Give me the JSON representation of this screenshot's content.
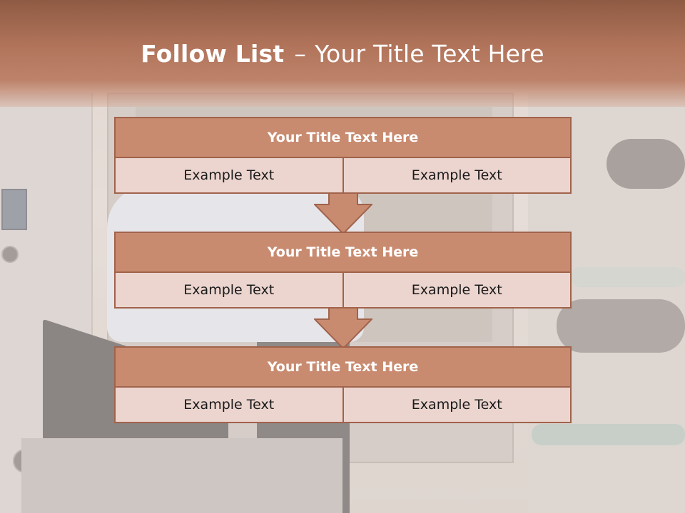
{
  "slide": {
    "title_bold": "Follow List",
    "title_sep": "–",
    "title_rest": "Your Title Text Here"
  },
  "blocks": [
    {
      "heading": "Your Title Text Here",
      "left": "Example Text",
      "right": "Example Text"
    },
    {
      "heading": "Your Title Text Here",
      "left": "Example Text",
      "right": "Example Text"
    },
    {
      "heading": "Your Title Text Here",
      "left": "Example Text",
      "right": "Example Text"
    }
  ],
  "colors": {
    "header": "#b2755c",
    "block_heading": "#c98b70",
    "block_cell": "#ecd5cf",
    "border": "#a0634b"
  }
}
